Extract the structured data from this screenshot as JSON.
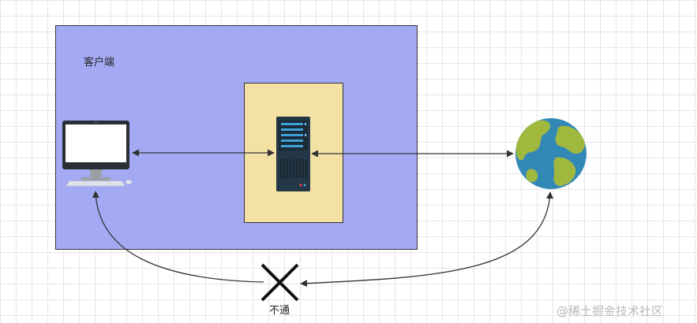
{
  "colors": {
    "client_fill": "#a3aaf3",
    "proxy_fill": "#f4e2a4",
    "stroke": "#333333",
    "globe_ocean": "#3289b6",
    "globe_land": "#a1b83f",
    "server_body": "#243746"
  },
  "client": {
    "label": "客户端"
  },
  "icons": {
    "computer": "desktop-computer-icon",
    "server": "server-rack-icon",
    "internet": "globe-icon",
    "blocked": "x-cross-icon"
  },
  "blocked": {
    "label": "不通"
  },
  "watermark": {
    "text": "@稀土掘金技术社区"
  }
}
